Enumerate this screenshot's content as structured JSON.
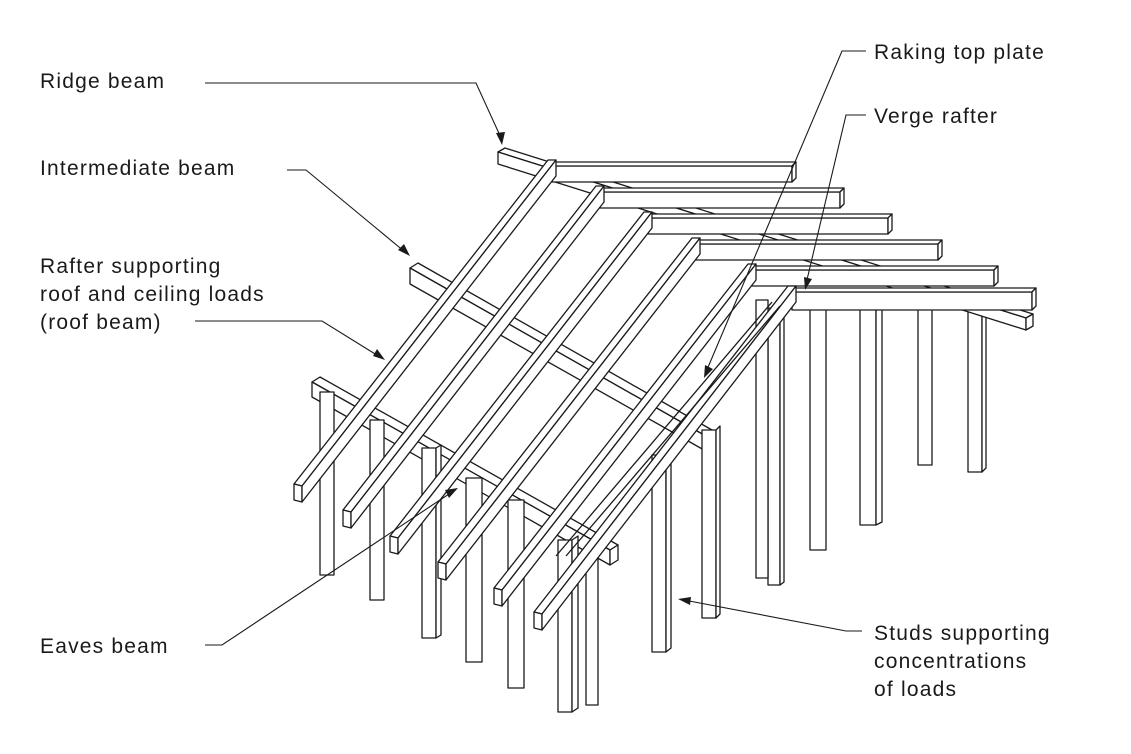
{
  "labels": {
    "ridge_beam": "Ridge beam",
    "intermediate_beam": "Intermediate beam",
    "rafter_line1": "Rafter supporting",
    "rafter_line2": "roof and ceiling loads",
    "rafter_line3": "(roof beam)",
    "eaves_beam": "Eaves beam",
    "raking_top_plate": "Raking top plate",
    "verge_rafter": "Verge rafter",
    "studs_line1": "Studs supporting",
    "studs_line2": "concentrations",
    "studs_line3": "of loads"
  },
  "colors": {
    "ink": "#1a1a1a",
    "background": "#ffffff"
  }
}
